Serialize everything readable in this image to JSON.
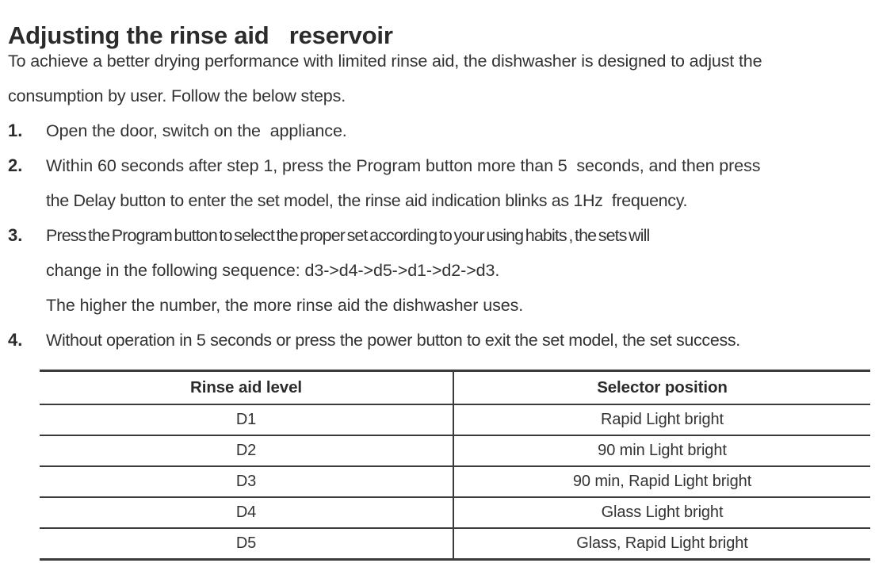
{
  "document": {
    "title": "Adjusting the rinse aid   reservoir",
    "intro_lines": [
      "To achieve a better drying performance with limited rinse aid, the dishwasher is designed to adjust the",
      "consumption by user. Follow the below steps."
    ],
    "steps": [
      {
        "number": "1.",
        "lines": [
          "Open the door, switch on the  appliance."
        ]
      },
      {
        "number": "2.",
        "lines": [
          "Within 60 seconds after step 1, press the Program button more than 5  seconds, and then press",
          "the Delay button to enter the set model, the rinse aid indication blinks as 1Hz  frequency."
        ]
      },
      {
        "number": "3.",
        "lines": [
          "Press the Program button to select the proper set according to your using habits , the sets will",
          "change in the following sequence: d3->d4->d5->d1->d2->d3.",
          "The higher the number, the more rinse aid the dishwasher uses."
        ]
      },
      {
        "number": "4.",
        "lines": [
          "Without operation in 5 seconds or press the power button to exit the set model, the set success."
        ]
      }
    ],
    "table": {
      "headers": [
        "Rinse aid  level",
        "Selector  position"
      ],
      "rows": [
        {
          "level": "D1",
          "position": "Rapid Light bright"
        },
        {
          "level": "D2",
          "position": "90 min Light  bright"
        },
        {
          "level": "D3",
          "position": "90 min, Rapid Light  bright"
        },
        {
          "level": "D4",
          "position": "Glass Light bright"
        },
        {
          "level": "D5",
          "position": "Glass, Rapid Light  bright"
        }
      ]
    }
  },
  "colors": {
    "text": "#333333",
    "heading": "#2b2b2b",
    "rule": "#3b3b3b",
    "background": "#ffffff"
  }
}
